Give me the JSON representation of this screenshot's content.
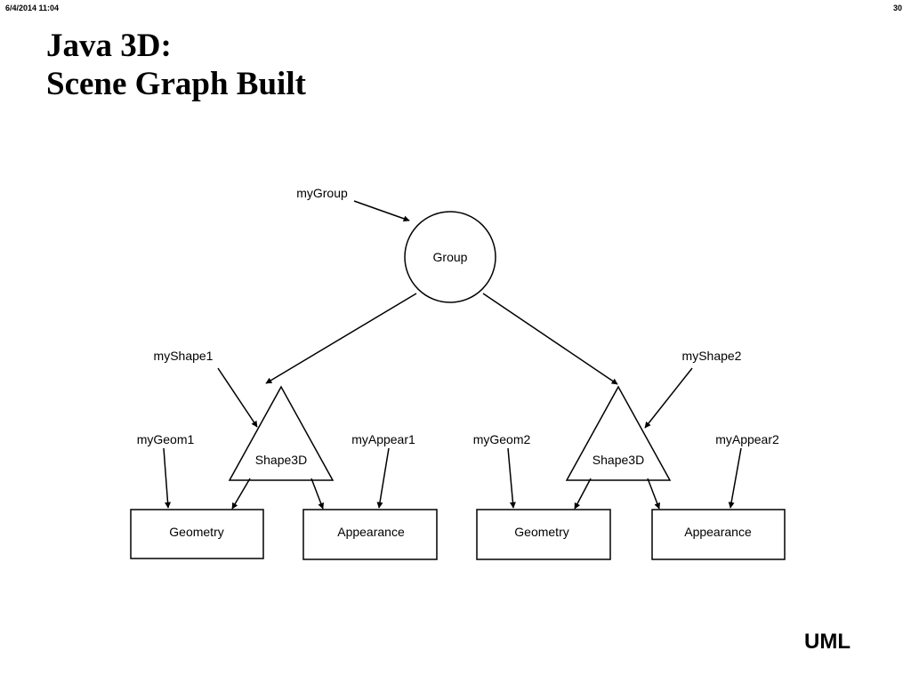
{
  "header": {
    "date_time": "6/4/2014  11:04",
    "page_number": "30"
  },
  "title": {
    "line1": "Java 3D:",
    "line2": "Scene Graph Built"
  },
  "diagram": {
    "nodes": {
      "group": "Group",
      "shape1": "Shape3D",
      "shape2": "Shape3D",
      "geometry1": "Geometry",
      "appearance1": "Appearance",
      "geometry2": "Geometry",
      "appearance2": "Appearance"
    },
    "references": {
      "my_group": "myGroup",
      "my_shape1": "myShape1",
      "my_shape2": "myShape2",
      "my_geom1": "myGeom1",
      "my_appear1": "myAppear1",
      "my_geom2": "myGeom2",
      "my_appear2": "myAppear2"
    }
  },
  "footer": {
    "label": "UML"
  }
}
